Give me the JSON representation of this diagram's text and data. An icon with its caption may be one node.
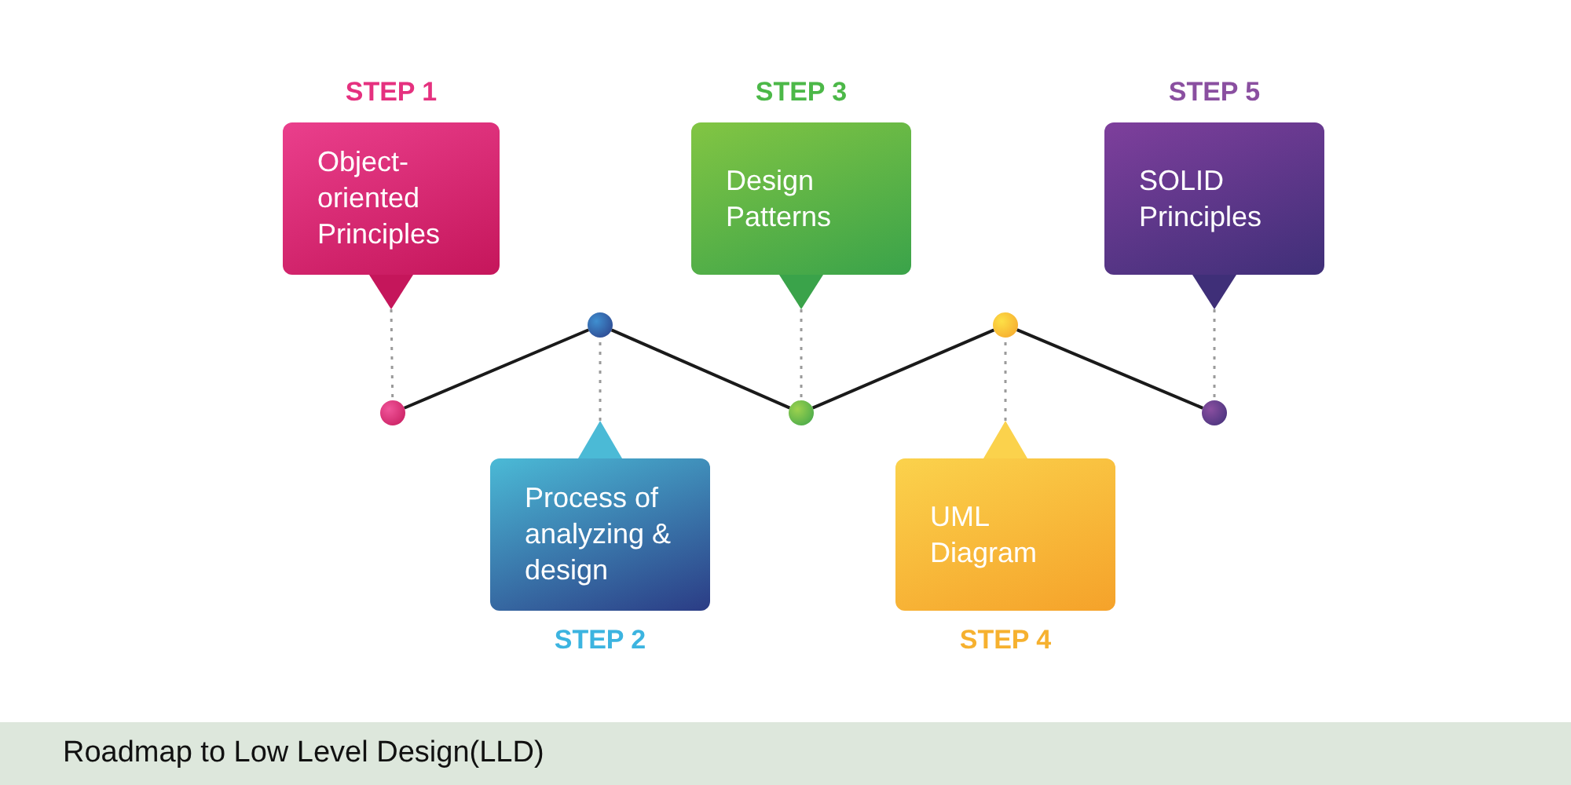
{
  "diagram": {
    "caption": "Roadmap to Low Level Design(LLD)",
    "nodes": [
      {
        "text": [
          "STEP 1",
          "Object-oriented Principles"
        ]
      },
      {
        "text": [
          "Process of analyzing & design",
          "STEP 2"
        ]
      },
      {
        "text": [
          "STEP 3",
          "Design Patterns"
        ]
      },
      {
        "text": [
          "UML Diagram",
          "STEP 4"
        ]
      },
      {
        "text": [
          "STEP 5",
          "SOLID Principles"
        ]
      },
      {
        "text": [],
        "shape": "circle"
      },
      {
        "text": [],
        "shape": "circle"
      },
      {
        "text": [],
        "shape": "circle"
      },
      {
        "text": [],
        "shape": "circle"
      },
      {
        "text": [],
        "shape": "circle"
      }
    ],
    "edges": [
      {
        "from": 5,
        "to": 6,
        "arrow": "none",
        "color": "#1a1a1a"
      },
      {
        "from": 6,
        "to": 7,
        "arrow": "none",
        "color": "#1a1a1a"
      },
      {
        "from": 7,
        "to": 8,
        "arrow": "none",
        "color": "#1a1a1a"
      },
      {
        "from": 8,
        "to": 9,
        "arrow": "none",
        "color": "#1a1a1a"
      },
      {
        "from": 0,
        "to": 5,
        "arrow": "none",
        "style": "dashed"
      },
      {
        "from": 1,
        "to": 6,
        "arrow": "none",
        "style": "dashed"
      },
      {
        "from": 2,
        "to": 7,
        "arrow": "none",
        "style": "dashed"
      },
      {
        "from": 3,
        "to": 8,
        "arrow": "none",
        "style": "dashed"
      },
      {
        "from": 4,
        "to": 9,
        "arrow": "none",
        "style": "dashed"
      }
    ]
  }
}
